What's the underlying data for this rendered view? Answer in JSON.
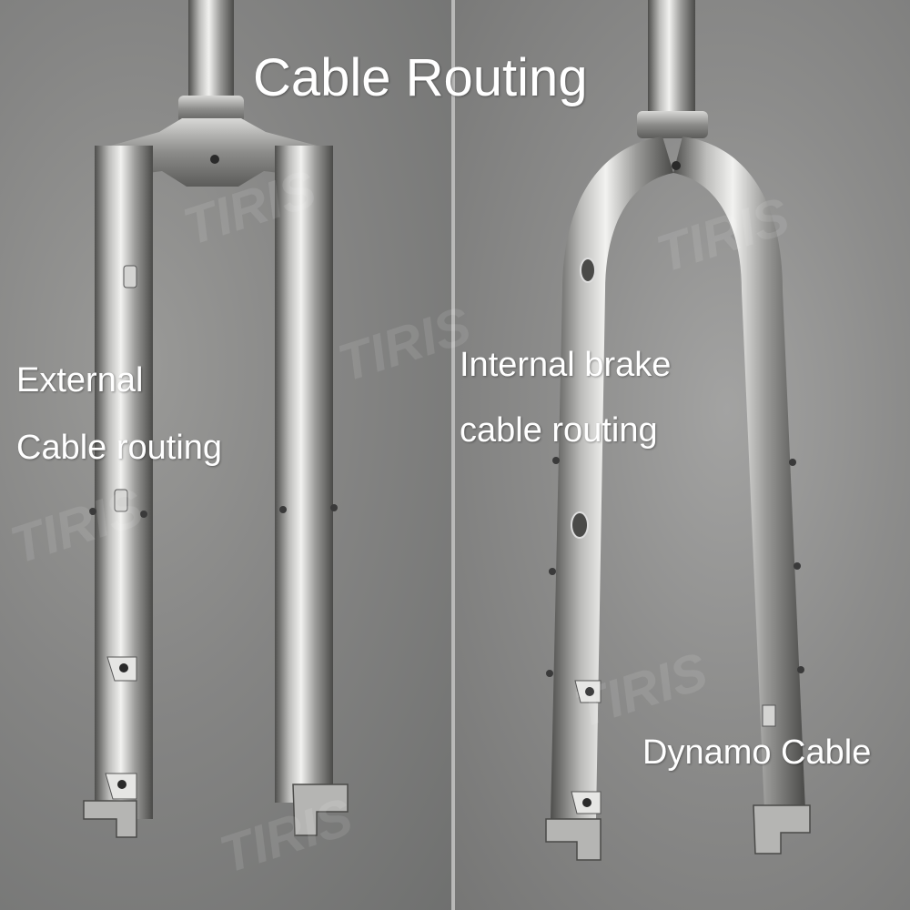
{
  "title": "Cable Routing",
  "left_panel": {
    "label_line1": "External",
    "label_line2": "Cable routing"
  },
  "right_panel": {
    "label_line1": "Internal brake",
    "label_line2": "cable routing",
    "bottom_label": "Dynamo Cable"
  },
  "watermark": "TIRIS",
  "colors": {
    "background_concrete": "#858584",
    "metal_light": "#e8e8e6",
    "metal_dark": "#5a5a58",
    "text": "#ffffff"
  }
}
